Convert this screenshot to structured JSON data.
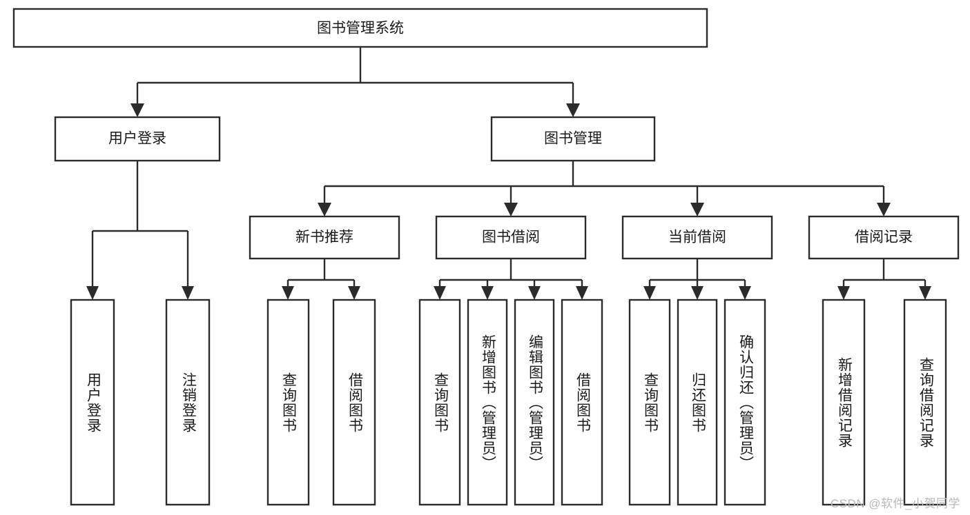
{
  "diagram": {
    "type": "tree-hierarchy",
    "title": "图书管理系统",
    "watermark": "CSDN @软件_小贺同学",
    "colors": {
      "stroke": "#2b2b2b",
      "fill": "#ffffff",
      "text": "#1a1a1a",
      "watermark": "#b8b8b8"
    },
    "levels": {
      "root": {
        "label": "图书管理系统"
      },
      "level2": [
        {
          "label": "用户登录"
        },
        {
          "label": "图书管理"
        }
      ],
      "level3": [
        {
          "label": "新书推荐",
          "parent": "图书管理"
        },
        {
          "label": "图书借阅",
          "parent": "图书管理"
        },
        {
          "label": "当前借阅",
          "parent": "图书管理"
        },
        {
          "label": "借阅记录",
          "parent": "图书管理"
        }
      ],
      "leaves": [
        {
          "label": "用户登录",
          "parent": "用户登录"
        },
        {
          "label": "注销登录",
          "parent": "用户登录"
        },
        {
          "label": "查询图书",
          "parent": "新书推荐"
        },
        {
          "label": "借阅图书",
          "parent": "新书推荐"
        },
        {
          "label": "查询图书",
          "parent": "图书借阅"
        },
        {
          "label": "新增图书（管理员）",
          "parent": "图书借阅"
        },
        {
          "label": "编辑图书（管理员）",
          "parent": "图书借阅"
        },
        {
          "label": "借阅图书",
          "parent": "图书借阅"
        },
        {
          "label": "查询图书",
          "parent": "当前借阅"
        },
        {
          "label": "归还图书",
          "parent": "当前借阅"
        },
        {
          "label": "确认归还（管理员）",
          "parent": "当前借阅"
        },
        {
          "label": "新增借阅记录",
          "parent": "借阅记录"
        },
        {
          "label": "查询借阅记录",
          "parent": "借阅记录"
        }
      ]
    }
  }
}
